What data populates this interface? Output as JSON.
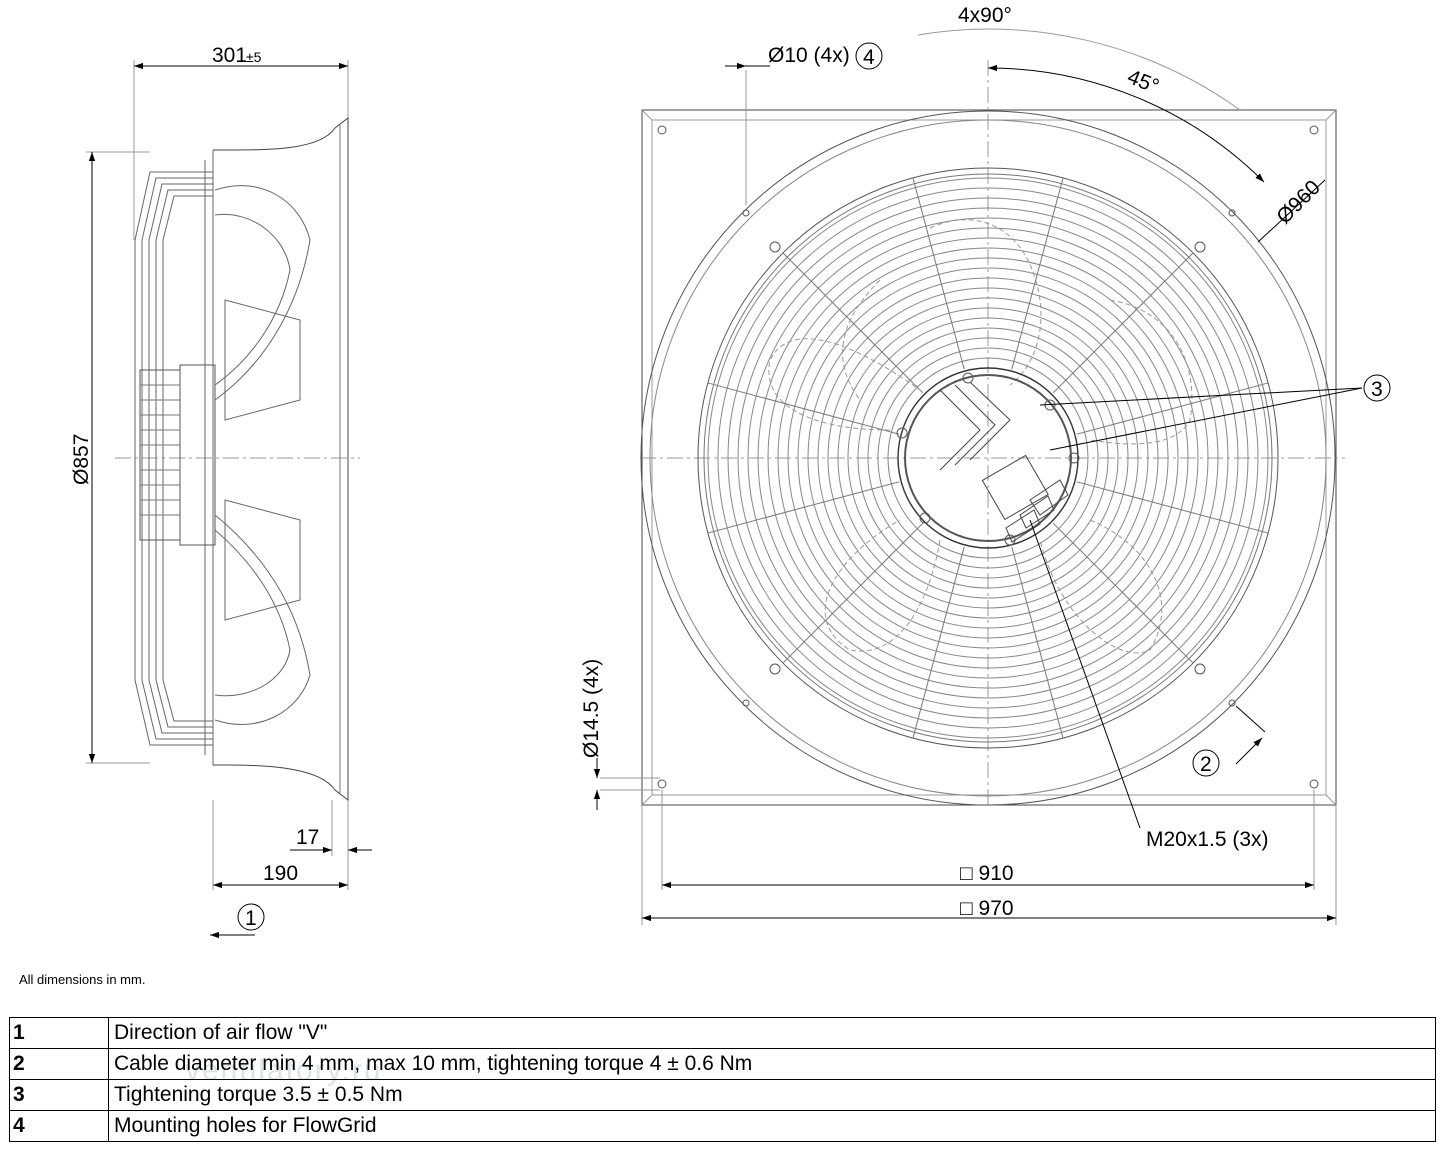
{
  "dimensions": {
    "depth": "301",
    "depth_tol": "±5",
    "outer_dia": "Ø857",
    "dist_17": "17",
    "dist_190": "190",
    "hole_10": "Ø10 (4x)",
    "angle_4x90": "4x90°",
    "angle_45": "45°",
    "dia_960": "Ø960",
    "hole_14": "Ø14.5 (4x)",
    "thread": "M20x1.5 (3x)",
    "square_910": "□ 910",
    "square_970": "□ 970"
  },
  "callouts": {
    "c1": "1",
    "c2": "2",
    "c3": "3",
    "c4": "4"
  },
  "note": "All dimensions in mm.",
  "legend": [
    {
      "num": "1",
      "text": "Direction of air flow \"V\""
    },
    {
      "num": "2",
      "text": "Cable diameter min 4 mm, max 10 mm, tightening torque 4 ± 0.6 Nm"
    },
    {
      "num": "3",
      "text": "Tightening torque 3.5 ± 0.5 Nm"
    },
    {
      "num": "4",
      "text": "Mounting holes for FlowGrid"
    }
  ],
  "watermark": "ventilatory.ru"
}
